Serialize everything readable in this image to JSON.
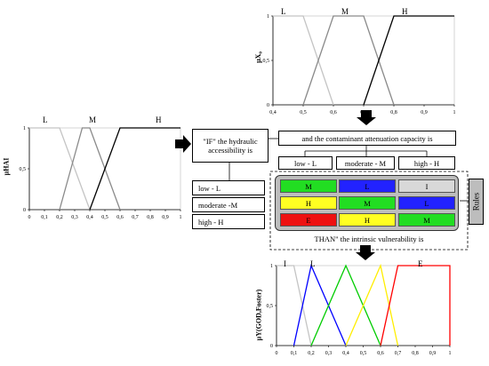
{
  "chart_data": [
    {
      "type": "line",
      "id": "top",
      "ylabel": "μX₀",
      "xlim": [
        0.4,
        1.0
      ],
      "ylim": [
        0,
        1
      ],
      "x_ticks": [
        "0,4",
        "0,5",
        "0,6",
        "0,7",
        "0,8",
        "0,9",
        "1"
      ],
      "y_ticks": [
        "0",
        "0,5",
        "1"
      ],
      "series": [
        {
          "name": "L",
          "color": "#c4c4c4",
          "x": [
            0.4,
            0.5,
            0.6
          ],
          "y": [
            1,
            1,
            0
          ]
        },
        {
          "name": "M",
          "color": "#8a8a8a",
          "x": [
            0.5,
            0.6,
            0.7,
            0.8
          ],
          "y": [
            0,
            1,
            1,
            0
          ]
        },
        {
          "name": "H",
          "color": "#000000",
          "x": [
            0.7,
            0.8,
            1.0
          ],
          "y": [
            0,
            1,
            1
          ]
        }
      ]
    },
    {
      "type": "line",
      "id": "left",
      "ylabel": "μHAI",
      "xlim": [
        0,
        1.0
      ],
      "ylim": [
        0,
        1
      ],
      "x_ticks": [
        "0",
        "0,1",
        "0,2",
        "0,3",
        "0,4",
        "0,5",
        "0,6",
        "0,7",
        "0,8",
        "0,9",
        "1"
      ],
      "y_ticks": [
        "0",
        "0,5",
        "1"
      ],
      "series": [
        {
          "name": "L",
          "color": "#c4c4c4",
          "x": [
            0,
            0.2,
            0.4
          ],
          "y": [
            1,
            1,
            0
          ]
        },
        {
          "name": "M",
          "color": "#8a8a8a",
          "x": [
            0.2,
            0.35,
            0.4,
            0.6
          ],
          "y": [
            0,
            1,
            1,
            0
          ]
        },
        {
          "name": "H",
          "color": "#000000",
          "x": [
            0.4,
            0.6,
            1.0
          ],
          "y": [
            0,
            1,
            1
          ]
        }
      ]
    },
    {
      "type": "line",
      "id": "bottom",
      "ylabel": "μY(GOD,Foster)",
      "xlim": [
        0,
        1.0
      ],
      "ylim": [
        0,
        1
      ],
      "x_ticks": [
        "0",
        "0,1",
        "0,2",
        "0,3",
        "0,4",
        "0,5",
        "0,6",
        "0,7",
        "0,8",
        "0,9",
        "1"
      ],
      "y_ticks": [
        "0",
        "0,5",
        "1"
      ],
      "series": [
        {
          "name": "I",
          "color": "#c4c4c4",
          "x": [
            0,
            0.1,
            0.2
          ],
          "y": [
            1,
            1,
            0
          ]
        },
        {
          "name": "L",
          "color": "#0000ff",
          "x": [
            0.1,
            0.2,
            0.4
          ],
          "y": [
            0,
            1,
            0
          ]
        },
        {
          "name": "M",
          "color": "#00cc00",
          "x": [
            0.2,
            0.4,
            0.6
          ],
          "y": [
            0,
            1,
            0
          ]
        },
        {
          "name": "H",
          "color": "#ffee00",
          "x": [
            0.4,
            0.6,
            0.7
          ],
          "y": [
            0,
            1,
            0
          ]
        },
        {
          "name": "E",
          "color": "#ff0000",
          "x": [
            0.6,
            0.7,
            1.0,
            1.0
          ],
          "y": [
            0,
            1,
            1,
            0
          ]
        }
      ]
    }
  ],
  "labels": {
    "top_L": "L",
    "top_M": "M",
    "top_H": "H",
    "left_L": "L",
    "left_M": "M",
    "left_H": "H",
    "bot_I": "I",
    "bot_L": "L",
    "bot_E": "E"
  },
  "if_box": "\"IF\" the hydraulic accessibility is",
  "and_box": "and the contaminant attenuation capacity is",
  "col_headers": [
    "low - L",
    "moderate - M",
    "high - H"
  ],
  "row_headers": [
    "low - L",
    "moderate -M",
    "high - H"
  ],
  "rule_cells": [
    {
      "text": "M",
      "color": "#22dd22"
    },
    {
      "text": "L",
      "color": "#2222ff"
    },
    {
      "text": "I",
      "color": "#d8d8d8"
    },
    {
      "text": "H",
      "color": "#ffff22"
    },
    {
      "text": "M",
      "color": "#22dd22"
    },
    {
      "text": "L",
      "color": "#2222ff"
    },
    {
      "text": "E",
      "color": "#ee1111"
    },
    {
      "text": "H",
      "color": "#ffff22"
    },
    {
      "text": "M",
      "color": "#22dd22"
    }
  ],
  "rules_label": "Rules",
  "then_text": "THAN\" the intrinsic vulnerability is"
}
